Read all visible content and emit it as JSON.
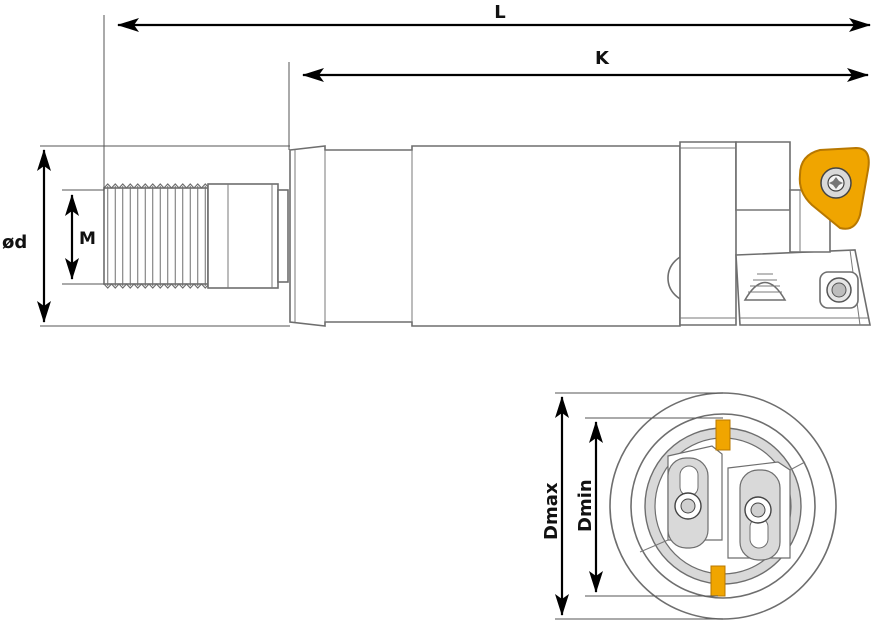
{
  "dimensions": {
    "overall_length": "L",
    "body_length": "K",
    "shank_diameter": "ød",
    "thread": "M",
    "max_diameter": "Dmax",
    "min_diameter": "Dmin"
  },
  "colors": {
    "insert": "#f0a500",
    "insert_edge": "#b87800",
    "line": "#6e6e6e",
    "dimension": "#000000",
    "face_fill": "#d9d9d9"
  }
}
